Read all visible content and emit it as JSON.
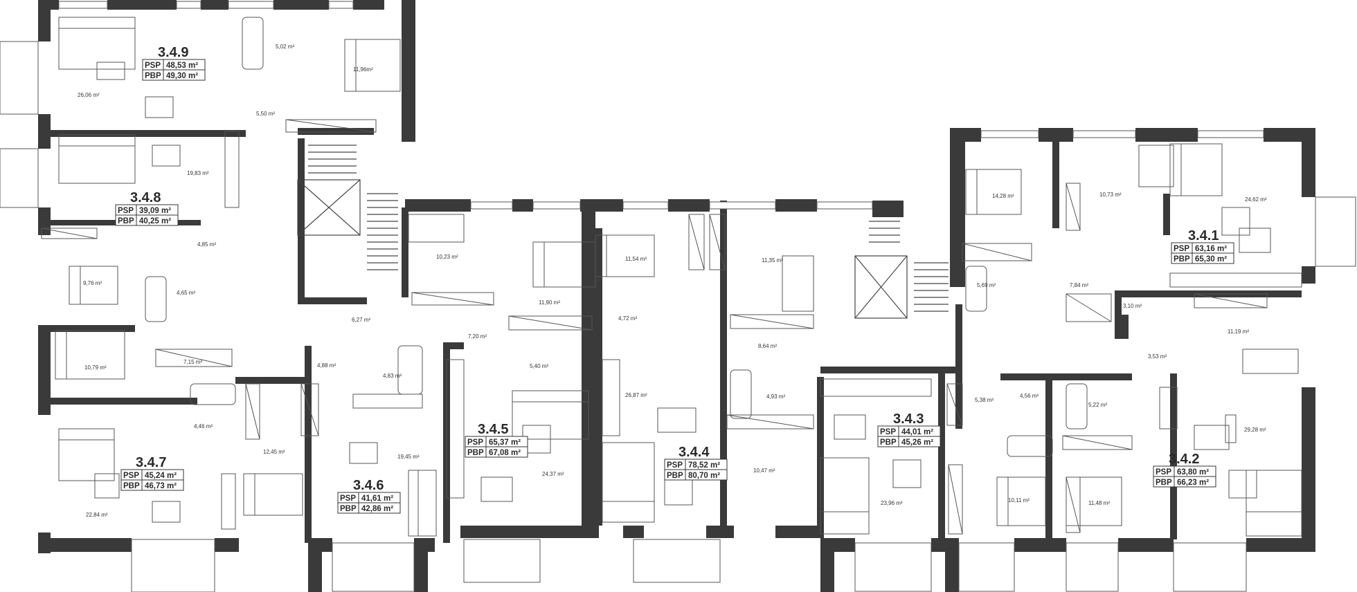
{
  "units": [
    {
      "id": "3.4.9",
      "psp_label": "PSP",
      "psp_value": "48,53 m²",
      "pbp_label": "PBP",
      "pbp_value": "49,30 m²"
    },
    {
      "id": "3.4.8",
      "psp_label": "PSP",
      "psp_value": "39,09 m²",
      "pbp_label": "PBP",
      "pbp_value": "40,25 m²"
    },
    {
      "id": "3.4.7",
      "psp_label": "PSP",
      "psp_value": "45,24 m²",
      "pbp_label": "PBP",
      "pbp_value": "46,73 m²"
    },
    {
      "id": "3.4.6",
      "psp_label": "PSP",
      "psp_value": "41,61 m²",
      "pbp_label": "PBP",
      "pbp_value": "42,86 m²"
    },
    {
      "id": "3.4.5",
      "psp_label": "PSP",
      "psp_value": "65,37 m²",
      "pbp_label": "PBP",
      "pbp_value": "67,08 m²"
    },
    {
      "id": "3.4.4",
      "psp_label": "PSP",
      "psp_value": "78,52 m²",
      "pbp_label": "PBP",
      "pbp_value": "80,70 m²"
    },
    {
      "id": "3.4.3",
      "psp_label": "PSP",
      "psp_value": "44,01 m²",
      "pbp_label": "PBP",
      "pbp_value": "45,26 m²"
    },
    {
      "id": "3.4.2",
      "psp_label": "PSP",
      "psp_value": "63,80 m²",
      "pbp_label": "PBP",
      "pbp_value": "66,23 m²"
    },
    {
      "id": "3.4.1",
      "psp_label": "PSP",
      "psp_value": "63,16 m²",
      "pbp_label": "PBP",
      "pbp_value": "65,30 m²"
    }
  ],
  "rooms": [
    "5,02 m²",
    "11,96m²",
    "26,06 m²",
    "5,50 m²",
    "19,83 m²",
    "4,85 m²",
    "9,76 m²",
    "4,65 m²",
    "6,27 m²",
    "10,79 m²",
    "7,15 m²",
    "4,88 m²",
    "4,83 m²",
    "4,46 m²",
    "12,45 m²",
    "19,45 m²",
    "22,84 m²",
    "10,23 m²",
    "11,90 m²",
    "7,20 m²",
    "5,40 m²",
    "24,37 m²",
    "11,54 m²",
    "4,72 m²",
    "26,87 m²",
    "11,35 m²",
    "8,64 m²",
    "4,93 m²",
    "10,47 m²",
    "23,96 m²",
    "14,28 m²",
    "10,73 m²",
    "24,62 m²",
    "5,69 m²",
    "7,84 m²",
    "3,10 m²",
    "11,19 m²",
    "3,53 m²",
    "5,38 m²",
    "4,56 m²",
    "5,22 m²",
    "29,28 m²",
    "10,11 m²",
    "11,48 m²"
  ]
}
